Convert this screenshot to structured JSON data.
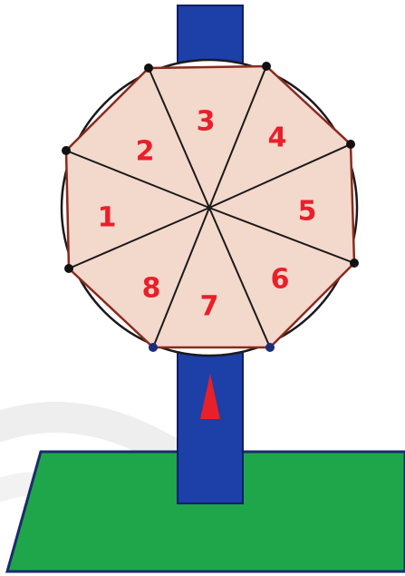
{
  "colors": {
    "pole": "#1c3fa8",
    "pole_stroke": "#0e1f66",
    "base": "#1fa64a",
    "base_stroke": "#1c2a6e",
    "sector_fill": "#f3d8cc",
    "sector_edge": "#8b2a1e",
    "spoke": "#1a1a1a",
    "circle": "#1a1a1a",
    "number": "#e8202a",
    "pointer": "#e8202a",
    "vertex_dark": "#111111",
    "vertex_blue": "#1b2d7a",
    "swirl": "#d9d9d9"
  },
  "wheel": {
    "sectors": [
      {
        "number": "1"
      },
      {
        "number": "2"
      },
      {
        "number": "3"
      },
      {
        "number": "4"
      },
      {
        "number": "5"
      },
      {
        "number": "6"
      },
      {
        "number": "7"
      },
      {
        "number": "8"
      }
    ]
  },
  "pointer": {
    "icon": "red-triangle-pointer-icon"
  }
}
